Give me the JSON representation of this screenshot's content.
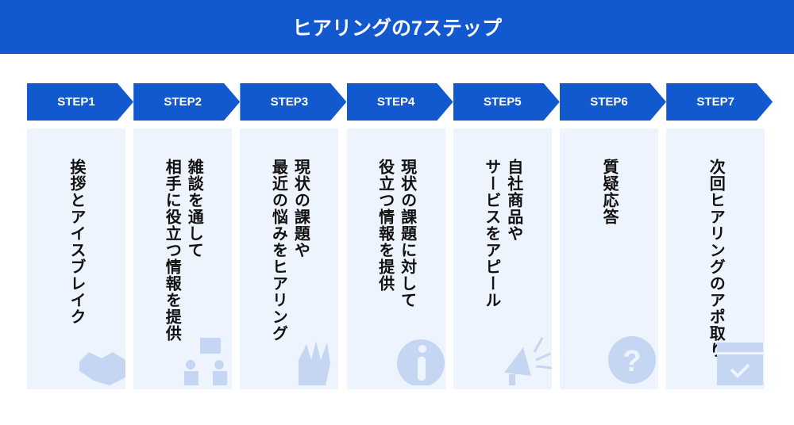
{
  "title": "ヒアリングの7ステップ",
  "colors": {
    "primary": "#1259cf",
    "card": "#eef4fd",
    "icon": "#c5d6f2"
  },
  "steps": [
    {
      "label": "STEP1",
      "text": "挨拶とアイスブレイク",
      "icon": "handshake-icon"
    },
    {
      "label": "STEP2",
      "text": "雑談を通して\n相手に役立つ情報を提供",
      "icon": "presentation-icon"
    },
    {
      "label": "STEP3",
      "text": "現状の課題や\n最近の悩みをヒアリング",
      "icon": "raised-hand-icon"
    },
    {
      "label": "STEP4",
      "text": "現状の課題に対して\n役立つ情報を提供",
      "icon": "info-icon"
    },
    {
      "label": "STEP5",
      "text": "自社商品や\nサービスをアピール",
      "icon": "megaphone-icon"
    },
    {
      "label": "STEP6",
      "text": "質疑応答",
      "icon": "question-icon"
    },
    {
      "label": "STEP7",
      "text": "次回ヒアリングのアポ取り",
      "icon": "calendar-check-icon"
    }
  ]
}
